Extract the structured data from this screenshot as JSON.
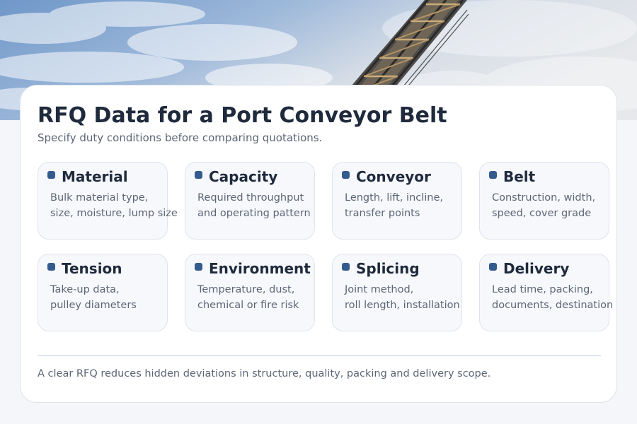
{
  "title": "RFQ Data for a Port Conveyor Belt",
  "subtitle": "Specify duty conditions before comparing quotations.",
  "items": [
    {
      "title": "Material",
      "line1": "Bulk material type,",
      "line2": "size, moisture, lump size"
    },
    {
      "title": "Capacity",
      "line1": "Required throughput",
      "line2": "and operating pattern"
    },
    {
      "title": "Conveyor",
      "line1": "Length, lift, incline,",
      "line2": "transfer points"
    },
    {
      "title": "Belt",
      "line1": "Construction, width,",
      "line2": "speed, cover grade"
    },
    {
      "title": "Tension",
      "line1": "Take-up data,",
      "line2": "pulley diameters"
    },
    {
      "title": "Environment",
      "line1": "Temperature, dust,",
      "line2": "chemical or fire risk"
    },
    {
      "title": "Splicing",
      "line1": "Joint method,",
      "line2": "roll length, installation"
    },
    {
      "title": "Delivery",
      "line1": "Lead time, packing,",
      "line2": "documents, destination"
    }
  ],
  "footer": "A clear RFQ reduces hidden deviations in structure, quality, packing and delivery scope.",
  "colors": {
    "accent": "#345b8e",
    "heading": "#1f2a3c",
    "body_text": "#5c6676",
    "page_background": "#f4f6fa"
  },
  "hero_image": "conveyor-gantry-photo"
}
